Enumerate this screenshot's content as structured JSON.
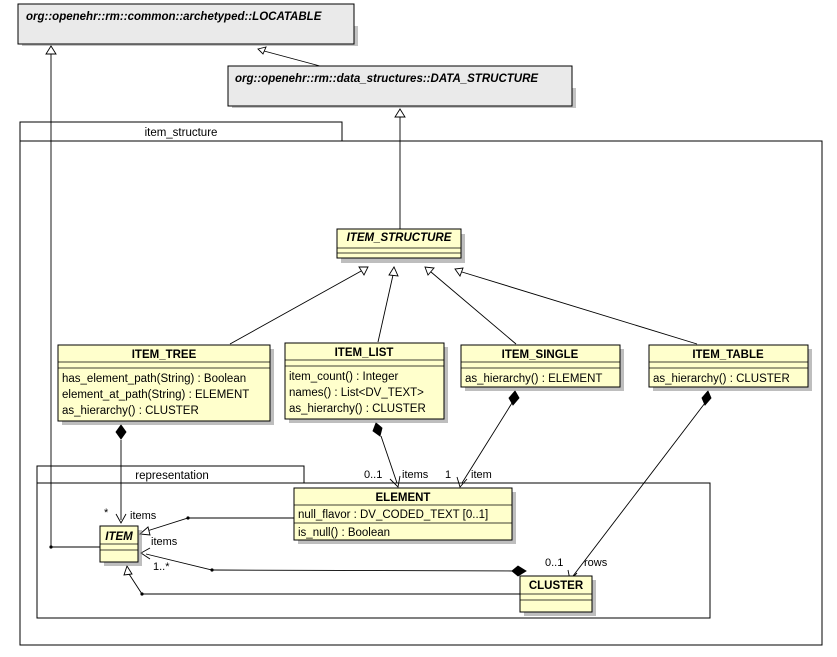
{
  "external_classes": [
    {
      "id": "locatable",
      "name": "org::openehr::rm::common::archetyped::LOCATABLE"
    },
    {
      "id": "data_structure",
      "name": "org::openehr::rm::data_structures::DATA_STRUCTURE"
    }
  ],
  "packages": [
    {
      "id": "item_structure",
      "name": "item_structure"
    },
    {
      "id": "representation",
      "name": "representation"
    }
  ],
  "classes": [
    {
      "id": "item_structure_cls",
      "name": "ITEM_STRUCTURE",
      "abstract": true,
      "members": []
    },
    {
      "id": "item_tree",
      "name": "ITEM_TREE",
      "abstract": false,
      "members": [
        "has_element_path(String) : Boolean",
        "element_at_path(String) : ELEMENT",
        "as_hierarchy() : CLUSTER"
      ]
    },
    {
      "id": "item_list",
      "name": "ITEM_LIST",
      "abstract": false,
      "members": [
        "item_count() : Integer",
        "names() : List<DV_TEXT>",
        "as_hierarchy() : CLUSTER"
      ]
    },
    {
      "id": "item_single",
      "name": "ITEM_SINGLE",
      "abstract": false,
      "members": [
        "as_hierarchy() : ELEMENT"
      ]
    },
    {
      "id": "item_table",
      "name": "ITEM_TABLE",
      "abstract": false,
      "members": [
        "as_hierarchy() : CLUSTER"
      ]
    },
    {
      "id": "element",
      "name": "ELEMENT",
      "abstract": false,
      "attributes": [
        "null_flavor : DV_CODED_TEXT [0..1]"
      ],
      "members": [
        "is_null() : Boolean"
      ]
    },
    {
      "id": "item",
      "name": "ITEM",
      "abstract": true,
      "members": []
    },
    {
      "id": "cluster",
      "name": "CLUSTER",
      "abstract": false,
      "members": []
    }
  ],
  "association_labels": {
    "tree_items_mult": "*",
    "tree_items_role": "items",
    "list_items_mult": "0..1",
    "list_items_role": "items",
    "single_item_mult": "1",
    "single_item_role": "item",
    "element_items_role": "items",
    "cluster_items_mult": "1..*",
    "table_rows_mult": "0..1",
    "table_rows_role": "rows"
  },
  "colors": {
    "class_fill": "#ffffcc",
    "external_fill": "#e8e8e8",
    "line": "#000000"
  }
}
